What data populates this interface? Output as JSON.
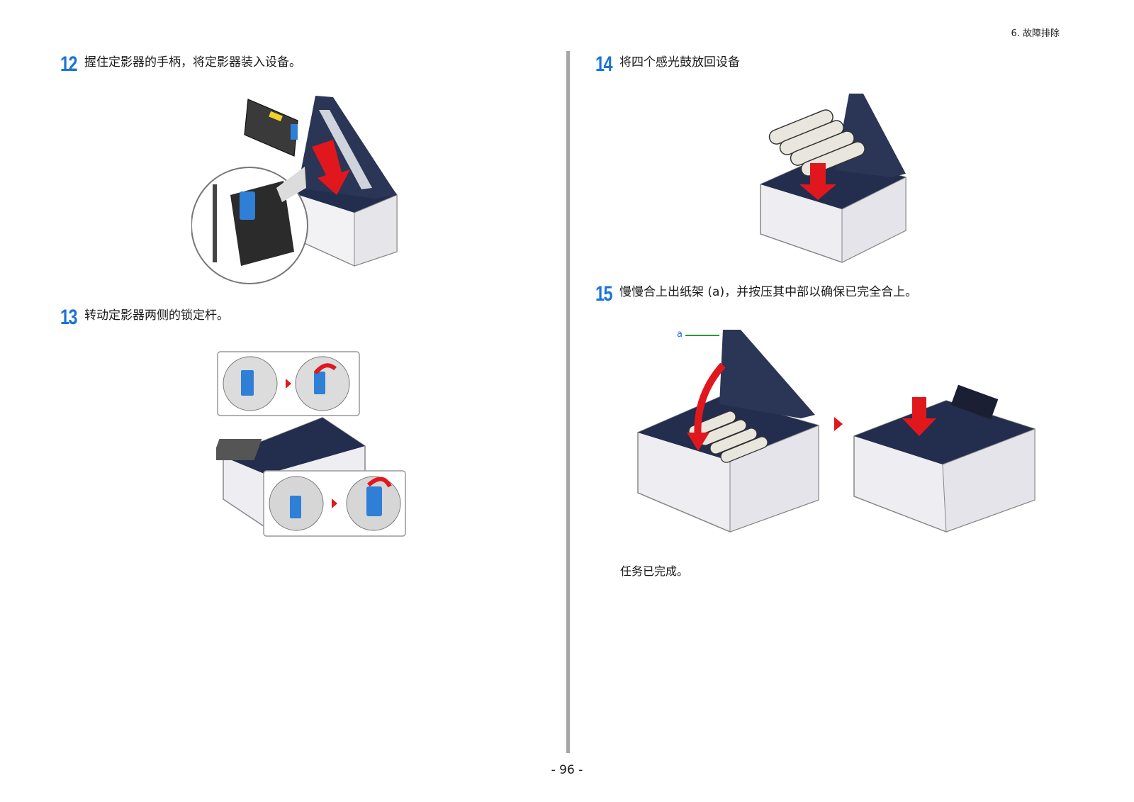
{
  "header": {
    "chapter": "6. 故障排除"
  },
  "steps": [
    {
      "number": "12",
      "text": "握住定影器的手柄，将定影器装入设备。"
    },
    {
      "number": "13",
      "text": "转动定影器两侧的锁定杆。"
    },
    {
      "number": "14",
      "text": "将四个感光鼓放回设备"
    },
    {
      "number": "15",
      "text": "慢慢合上出纸架 (a)，并按压其中部以确保已完全合上。"
    }
  ],
  "callout_label": "a",
  "completion_text": "任务已完成。",
  "page_number": "- 96 -",
  "colors": {
    "accent_blue": "#1a73d9",
    "arrow_red": "#e0181e",
    "printer_navy": "#232d4d",
    "lever_blue": "#2f7fd6",
    "divider_gray": "#a6a6a6"
  }
}
